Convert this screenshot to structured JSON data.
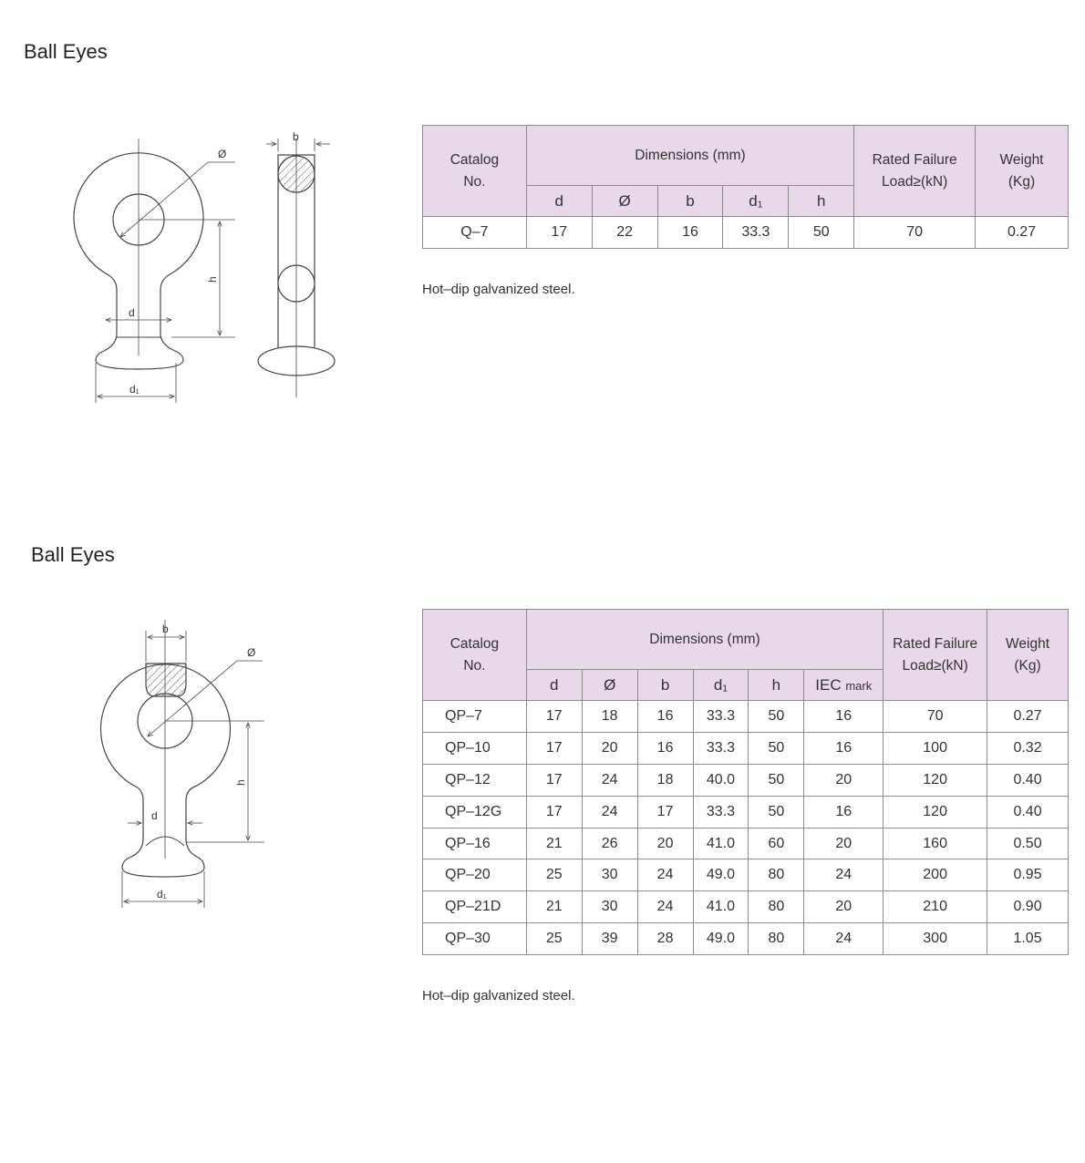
{
  "section1": {
    "title": "Ball Eyes",
    "diagram_labels": {
      "phi": "Ø",
      "b": "b",
      "h": "h",
      "d": "d",
      "d1": "d₁"
    },
    "table": {
      "h_catalog_1": "Catalog",
      "h_catalog_2": "No.",
      "h_dimensions": "Dimensions (mm)",
      "h_rated_1": "Rated Failure",
      "h_rated_2": "Load≥(kN)",
      "h_weight_1": "Weight",
      "h_weight_2": "(Kg)",
      "subheaders": [
        "d",
        "Ø",
        "b",
        "d₁",
        "h"
      ],
      "rows": [
        [
          "Q–7",
          "17",
          "22",
          "16",
          "33.3",
          "50",
          "70",
          "0.27"
        ]
      ]
    },
    "note": "Hot–dip galvanized steel."
  },
  "section2": {
    "title": "Ball Eyes",
    "diagram_labels": {
      "phi": "Ø",
      "b": "b",
      "h": "h",
      "d": "d",
      "d1": "d₁"
    },
    "table": {
      "h_catalog_1": "Catalog",
      "h_catalog_2": "No.",
      "h_dimensions": "Dimensions (mm)",
      "h_rated_1": "Rated Failure",
      "h_rated_2": "Load≥(kN)",
      "h_weight_1": "Weight",
      "h_weight_2": "(Kg)",
      "subheaders": [
        "d",
        "Ø",
        "b",
        "d₁",
        "h"
      ],
      "iec_label": "IEC",
      "iec_small": "mark",
      "rows": [
        [
          "QP–7",
          "17",
          "18",
          "16",
          "33.3",
          "50",
          "16",
          "70",
          "0.27"
        ],
        [
          "QP–10",
          "17",
          "20",
          "16",
          "33.3",
          "50",
          "16",
          "100",
          "0.32"
        ],
        [
          "QP–12",
          "17",
          "24",
          "18",
          "40.0",
          "50",
          "20",
          "120",
          "0.40"
        ],
        [
          "QP–12G",
          "17",
          "24",
          "17",
          "33.3",
          "50",
          "16",
          "120",
          "0.40"
        ],
        [
          "QP–16",
          "21",
          "26",
          "20",
          "41.0",
          "60",
          "20",
          "160",
          "0.50"
        ],
        [
          "QP–20",
          "25",
          "30",
          "24",
          "49.0",
          "80",
          "24",
          "200",
          "0.95"
        ],
        [
          "QP–21D",
          "21",
          "30",
          "24",
          "41.0",
          "80",
          "20",
          "210",
          "0.90"
        ],
        [
          "QP–30",
          "25",
          "39",
          "28",
          "49.0",
          "80",
          "24",
          "300",
          "1.05"
        ]
      ]
    },
    "note": "Hot–dip galvanized steel."
  }
}
